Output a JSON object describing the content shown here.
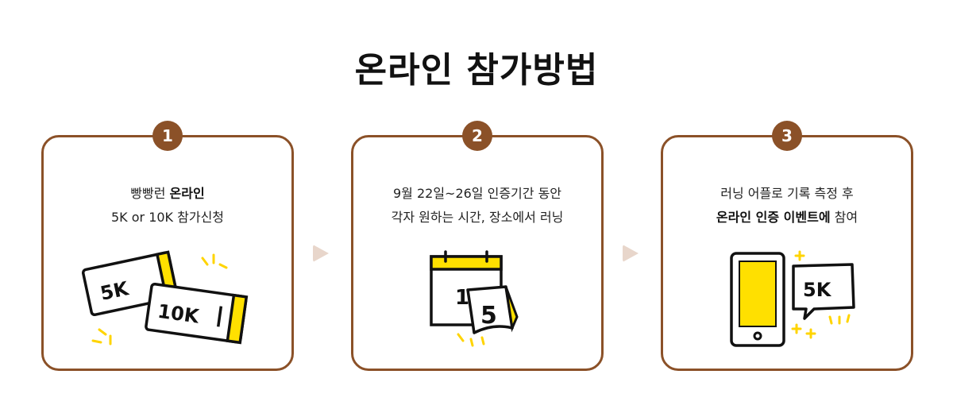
{
  "title": "온라인 참가방법",
  "steps": [
    {
      "number": "1",
      "line1_prefix": "빵빵런 ",
      "line1_bold": "온라인",
      "line2": "5K or 10K 참가신청",
      "illustration": "tickets-icon",
      "ticket_a": "5K",
      "ticket_b": "10K"
    },
    {
      "number": "2",
      "line1": "9월 22일~26일 인증기간 동안",
      "line2": "각자 원하는 시간, 장소에서 러닝",
      "illustration": "calendar-icon",
      "calendar_front": "5",
      "calendar_back": "1"
    },
    {
      "number": "3",
      "line1": "러닝 어플로 기록 측정 후",
      "line2_bold": "온라인 인증 이벤트에",
      "line2_suffix": " 참여",
      "illustration": "phone-icon",
      "bubble": "5K"
    }
  ],
  "colors": {
    "brown": "#8b5128",
    "yellow": "#ffe000",
    "arrow": "#e8d6cb"
  }
}
